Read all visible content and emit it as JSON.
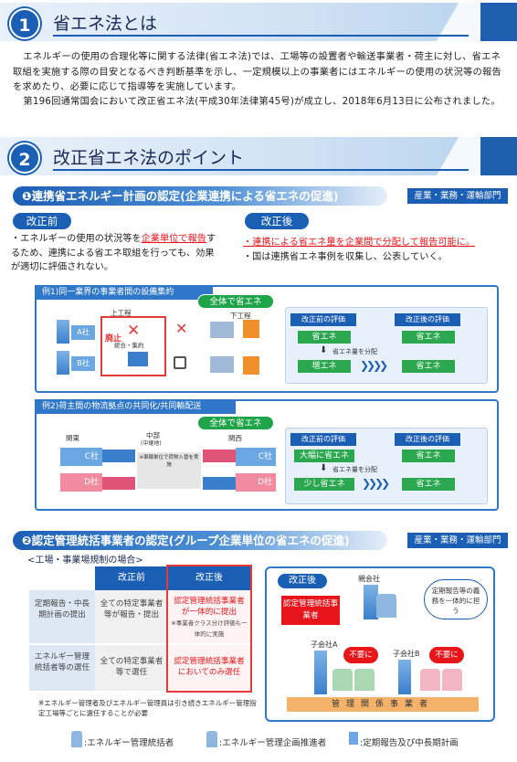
{
  "section1": {
    "num": "1",
    "title": "省エネ法とは",
    "p1": "エネルギーの使用の合理化等に関する法律(省エネ法)では、工場等の設置者や輸送事業者・荷主に対し、省エネ取組を実施する際の目安となるべき判断基準を示し、一定規模以上の事業者にはエネルギーの使用の状況等の報告を求めたり、必要に応じて指導等を実施しています。",
    "p2": "第196回通常国会において改正省エネ法(平成30年法律第45号)が成立し、2018年6月13日に公布されました。"
  },
  "section2": {
    "num": "2",
    "title": "改正省エネ法のポイント"
  },
  "point1": {
    "head": "❶連携省エネルギー計画の認定(企業連携による省エネの促進)",
    "tag": "産業・業務・運輸部門",
    "before_label": "改正前",
    "after_label": "改正後",
    "before_text_a": "・エネルギーの使用の状況等を",
    "before_red": "企業単位で報告",
    "before_text_b": "するため、連携による省エネ取組を行っても、効果が適切に評価されない。",
    "after_red": "・連携による省エネ量を企業間で分配して報告可能に。",
    "after_text": "・国は連携省エネ事例を収集し、公表していく。"
  },
  "ex1": {
    "head": "例1)同一業界の事業者間の設備集約",
    "banner": "全体で省エネ",
    "upstream": "上工程",
    "downstream": "下工程",
    "abolish": "廃止",
    "consolidate": "統合・集約",
    "company_a": "A社",
    "company_b": "B社",
    "eval_before": "改正前の評価",
    "eval_after": "改正後の評価",
    "before_r1": "省エネ",
    "before_r2": "増エネ",
    "after_r1": "省エネ",
    "after_r2": "省エネ",
    "distribute": "省エネ量を分配"
  },
  "ex2": {
    "head": "例2)荷主間の物流拠点の共同化/共同輸配送",
    "banner": "全体で省エネ",
    "kanto": "関東",
    "chubu": "中部",
    "chubu_sub": "(中継地)",
    "kansai": "関西",
    "note": "※車輌単位で荷物入替を実施",
    "company_c": "C社",
    "company_d": "D社",
    "eval_before": "改正前の評価",
    "eval_after": "改正後の評価",
    "before_r1": "大幅に省エネ",
    "before_r2": "少し省エネ",
    "after_r1": "省エネ",
    "after_r2": "省エネ",
    "distribute": "省エネ量を分配"
  },
  "point2": {
    "head": "❷認定管理統括事業者の認定(グループ企業単位の省エネの促進)",
    "tag": "産業・業務・運輸部門",
    "table_title": "<工場・事業場規制の場合>",
    "col_before": "改正前",
    "col_after": "改正後",
    "rows": [
      {
        "label": "定期報告・中長期計画の提出",
        "before": "全ての特定事業者等が報告・提出",
        "after": "認定管理統括事業者が一体的に提出",
        "after_note": "※事業者クラス分け評価も一体的に実施"
      },
      {
        "label": "エネルギー管理統括者等の選任",
        "before": "全ての特定事業者等で選任",
        "after": "認定管理統括事業者においてのみ選任",
        "after_note": ""
      }
    ],
    "footnote": "※エネルギー管理者及びエネルギー管理員は引き続きエネルギー管理指定工場等ごとに選任することが必要",
    "diagram": {
      "label": "改正後",
      "parent": "親会社",
      "cert": "認定管理統括事業者",
      "report": "定期報告等の義務を一体的に担う",
      "child_a": "子会社A",
      "child_b": "子会社B",
      "unneeded": "不要に",
      "related": "管理関係事業者"
    }
  },
  "legend": {
    "item1": ":エネルギー管理統括者",
    "item2": ":エネルギー管理企画推進者",
    "item3": ":定期報告及び中長期計画"
  }
}
